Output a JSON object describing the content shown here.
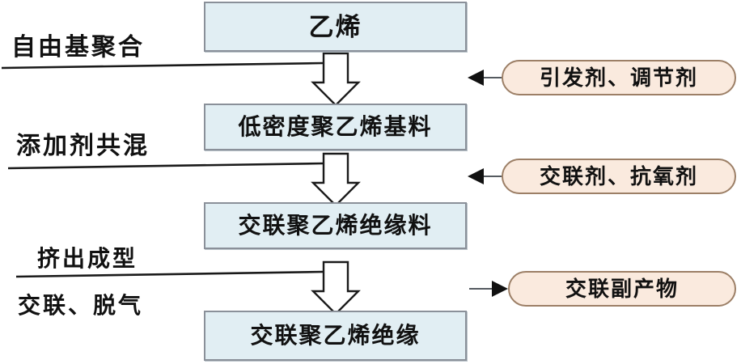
{
  "diagram": {
    "title": "",
    "colors": {
      "box_fill": "#e1eef3",
      "box_border": "#8a9099",
      "pill_fill": "#faeade",
      "pill_border": "#9c7f66",
      "arrow_outline": "#1a1a1a",
      "arrow_fill": "#ffffff",
      "line": "#1a1a1a",
      "text": "#111111",
      "background": "#ffffff"
    },
    "process_boxes": [
      {
        "id": "box-ethylene",
        "label": "乙烯"
      },
      {
        "id": "box-ldpe-base",
        "label": "低密度聚乙烯基料"
      },
      {
        "id": "box-xlpe-insulation-compound",
        "label": "交联聚乙烯绝缘料"
      },
      {
        "id": "box-xlpe-insulation",
        "label": "交联聚乙烯绝缘"
      }
    ],
    "stage_labels": [
      {
        "id": "stage-free-radical-polymerization",
        "label": "自由基聚合"
      },
      {
        "id": "stage-additive-blending",
        "label": "添加剂共混"
      },
      {
        "id": "stage-extrusion-molding",
        "label": "挤出成型"
      },
      {
        "id": "stage-crosslinking-degassing",
        "label": "交联、脱气"
      }
    ],
    "side_items": [
      {
        "id": "pill-initiator-regulator",
        "label": "引发剂、调节剂",
        "arrow_direction": "left"
      },
      {
        "id": "pill-crosslinker-antioxidant",
        "label": "交联剂、抗氧剂",
        "arrow_direction": "left"
      },
      {
        "id": "pill-crosslinking-byproducts",
        "label": "交联副产物",
        "arrow_direction": "right"
      }
    ],
    "flow_arrows": [
      {
        "id": "down-arrow-1",
        "direction": "down",
        "style": "hollow-block"
      },
      {
        "id": "down-arrow-2",
        "direction": "down",
        "style": "hollow-block"
      },
      {
        "id": "down-arrow-3",
        "direction": "down",
        "style": "hollow-block"
      }
    ]
  }
}
